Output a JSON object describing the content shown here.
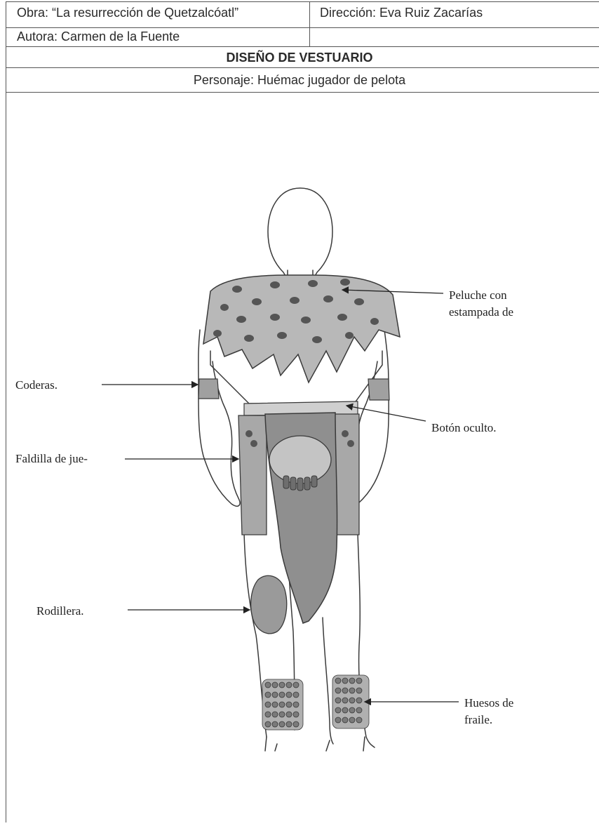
{
  "header": {
    "obra": "Obra: “La resurrección de Quetzalcóatl”",
    "direccion": "Dirección: Eva Ruiz Zacarías",
    "autora": "Autora: Carmen de la Fuente",
    "section_title": "DISEÑO DE VESTUARIO",
    "personaje": "Personaje: Huémac jugador de pelota"
  },
  "annotations": {
    "peluche_line1": "Peluche con",
    "peluche_line2": "estampada de",
    "coderas": "Coderas.",
    "boton": "Botón oculto.",
    "faldilla": "Faldilla de jue-",
    "rodillera": "Rodillera.",
    "huesos_line1": "Huesos de",
    "huesos_line2": "fraile."
  },
  "colors": {
    "pencil": "#3a3a3a",
    "cape_fill": "#b8b8b8",
    "spots": "#555555",
    "skirt_fill": "#8f8f8f",
    "skirt_dark": "#6e6e6e",
    "armband": "#a0a0a0",
    "kneepad": "#9a9a9a",
    "beads": "#7a7a7a"
  }
}
